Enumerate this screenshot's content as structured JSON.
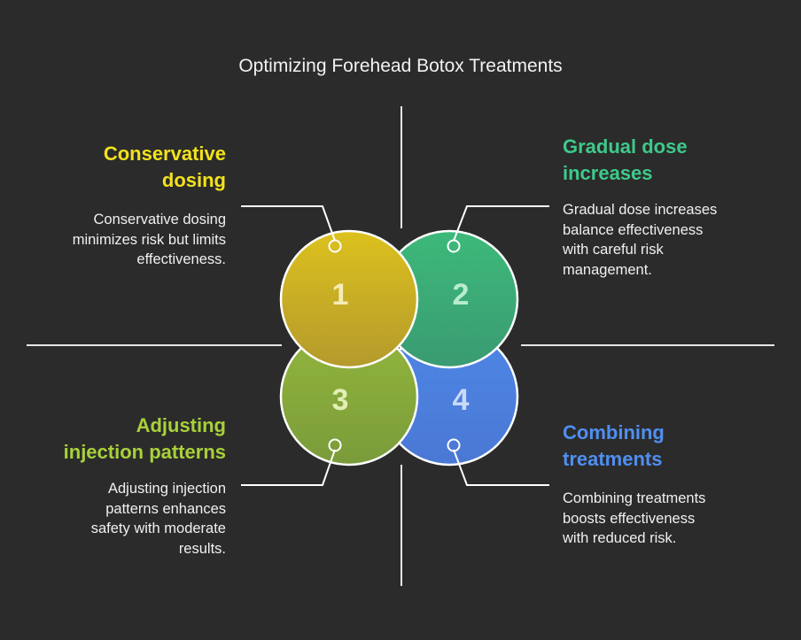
{
  "title": "Optimizing Forehead Botox Treatments",
  "colors": {
    "background": "#2b2b2b",
    "q1": "#f2e21c",
    "q2": "#3ec98a",
    "q3": "#a8d13a",
    "q4": "#4f8ff0"
  },
  "quadrants": [
    {
      "number": "1",
      "heading_line1": "Conservative",
      "heading_line2": "dosing",
      "desc_line1": "Conservative dosing",
      "desc_line2": "minimizes risk but limits",
      "desc_line3": "effectiveness.",
      "desc_line4": ""
    },
    {
      "number": "2",
      "heading_line1": "Gradual dose",
      "heading_line2": "increases",
      "desc_line1": "Gradual dose increases",
      "desc_line2": "balance effectiveness",
      "desc_line3": "with careful risk",
      "desc_line4": "management."
    },
    {
      "number": "3",
      "heading_line1": "Adjusting",
      "heading_line2": "injection patterns",
      "desc_line1": "Adjusting injection",
      "desc_line2": "patterns enhances",
      "desc_line3": "safety with moderate",
      "desc_line4": "results."
    },
    {
      "number": "4",
      "heading_line1": "Combining",
      "heading_line2": "treatments",
      "desc_line1": "Combining treatments",
      "desc_line2": "boosts effectiveness",
      "desc_line3": "with reduced risk.",
      "desc_line4": ""
    }
  ]
}
